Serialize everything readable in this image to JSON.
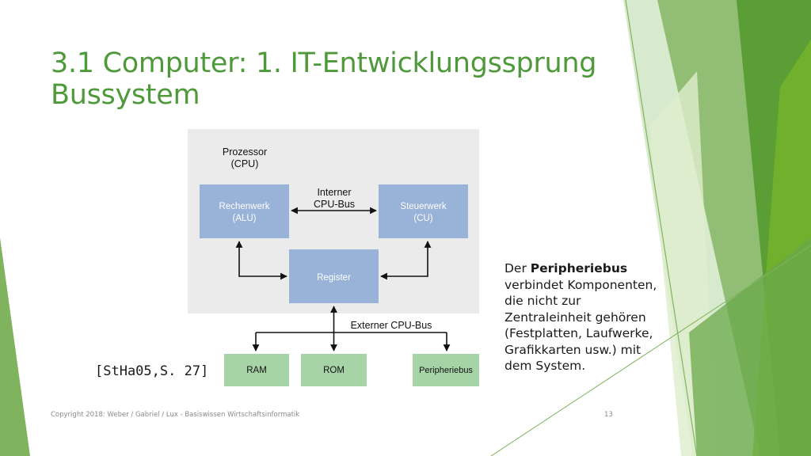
{
  "slide": {
    "title_line1": "3.1 Computer: 1. IT-Entwicklungssprung",
    "title_line2": "Bussystem",
    "source_ref": "[StHa05,S. 27]",
    "footer": "Copyright 2018: Weber / Gabriel / Lux - Basiswissen Wirtschaftsinformatik",
    "page_number": "13"
  },
  "diagram": {
    "cpu_label_line1": "Prozessor",
    "cpu_label_line2": "(CPU)",
    "alu_line1": "Rechenwerk",
    "alu_line2": "(ALU)",
    "cu_line1": "Steuerwerk",
    "cu_line2": "(CU)",
    "register": "Register",
    "internal_bus_line1": "Interner",
    "internal_bus_line2": "CPU-Bus",
    "external_bus": "Externer CPU-Bus",
    "ram": "RAM",
    "rom": "ROM",
    "peripheral": "Peripheriebus",
    "colors": {
      "cpu_box": "#ebebeb",
      "unit_box": "#98b2d8",
      "memory_box": "#a7d4a7",
      "accent_green": "#4e9a3a"
    }
  },
  "description": {
    "line1_prefix": "Der ",
    "line1_bold": "Peripheriebus",
    "line2": "verbindet Komponenten,",
    "line3": "die nicht zur",
    "line4": "Zentraleinheit gehören",
    "line5": "(Festplatten, Laufwerke,",
    "line6": "Grafikkarten usw.) mit",
    "line7": "dem System."
  }
}
